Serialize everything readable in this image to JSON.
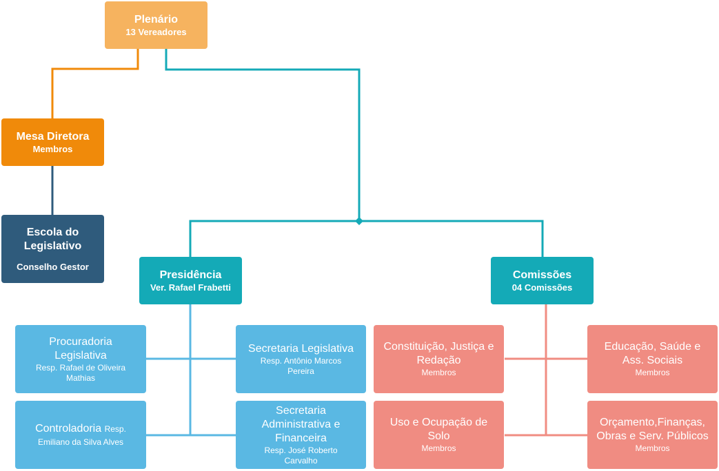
{
  "colors": {
    "plenario": "#f6b35f",
    "mesa": "#f08a0a",
    "escola": "#2f5b7c",
    "teal": "#14aab7",
    "blue": "#5ab8e3",
    "salmon": "#f08c82"
  },
  "nodes": {
    "plenario": {
      "title": "Plenário",
      "sub": "13 Vereadores"
    },
    "mesa": {
      "title": "Mesa Diretora",
      "sub": "Membros"
    },
    "escola": {
      "title": "Escola do Legislativo",
      "sub": "Conselho Gestor"
    },
    "presidencia": {
      "title": "Presidência",
      "sub": "Ver. Rafael Frabetti"
    },
    "comissoes": {
      "title": "Comissões",
      "sub": "04 Comissões"
    },
    "procuradoria": {
      "title": "Procuradoria Legislativa",
      "sub": "Resp. Rafael de Oliveira Mathias"
    },
    "controladoria": {
      "title": "Controladoria",
      "sub": "Resp. Emiliano da Silva Alves"
    },
    "sec_legislativa": {
      "title": "Secretaria Legislativa",
      "sub": "Resp. Antônio Marcos Pereira"
    },
    "sec_administrativa": {
      "title": "Secretaria Administrativa e Financeira",
      "sub": "Resp. José Roberto Carvalho"
    },
    "constituicao": {
      "title": "Constituição, Justiça e Redação",
      "sub": "Membros"
    },
    "uso_solo": {
      "title": "Uso e Ocupação de Solo",
      "sub": "Membros"
    },
    "educacao": {
      "title": "Educação, Saúde e Ass. Sociais",
      "sub": "Membros"
    },
    "orcamento": {
      "title": "Orçamento,Finanças, Obras e Serv. Públicos",
      "sub": "Membros"
    }
  }
}
